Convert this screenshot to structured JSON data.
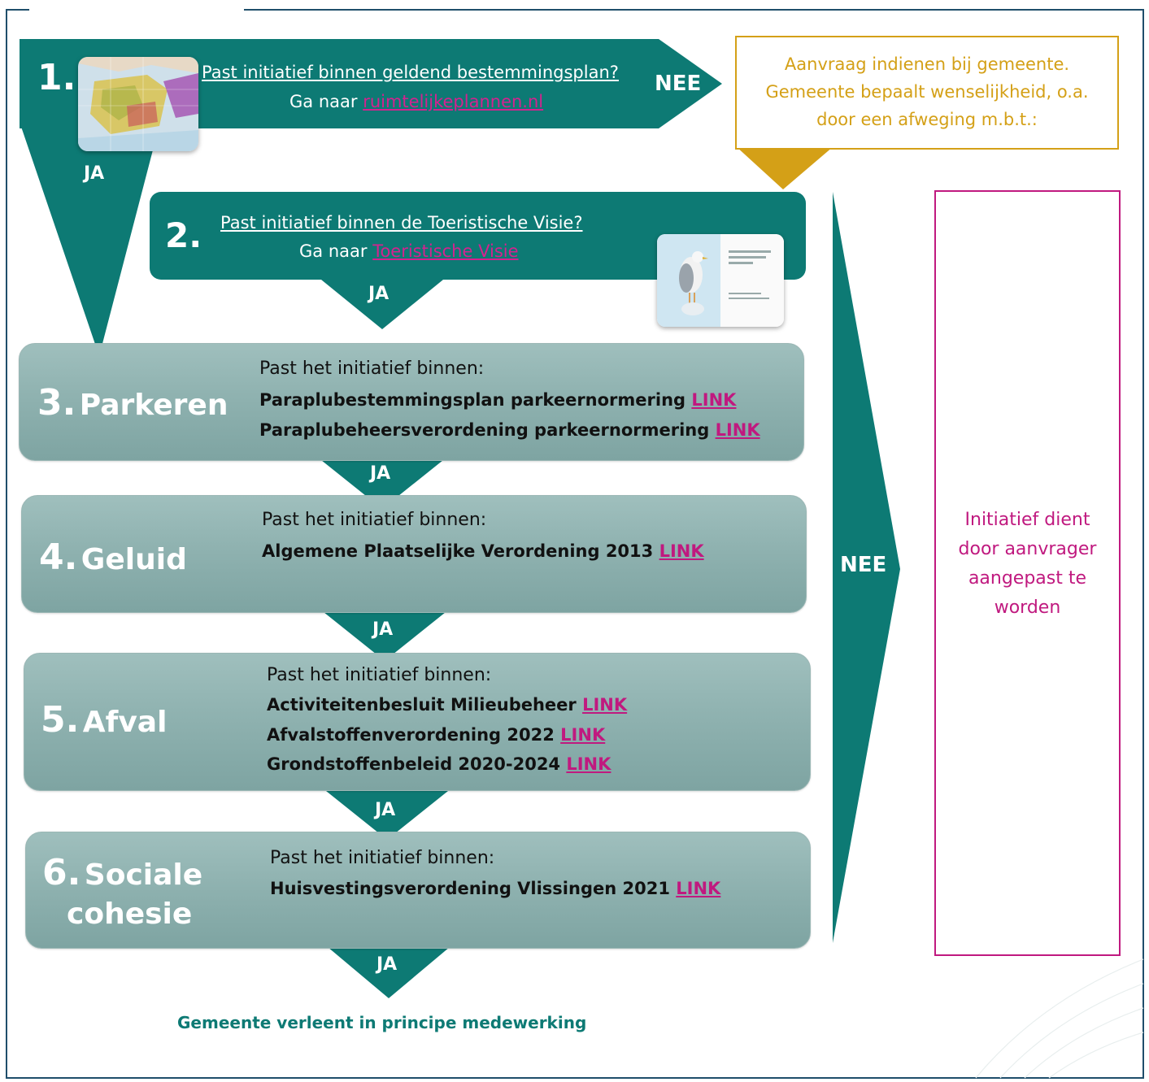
{
  "colors": {
    "teal": "#0d7a74",
    "step_box": "#8fb2b0",
    "gold": "#d4a017",
    "magenta": "#c0197f",
    "frame": "#1f4e6b"
  },
  "step1": {
    "number": "1.",
    "question": "Past initiatief binnen geldend bestemmingsplan?",
    "goto_prefix": "Ga naar ",
    "goto_link": "ruimtelijkeplannen.nl",
    "no_label": "NEE",
    "yes_label": "JA"
  },
  "gemeente_box": {
    "lines": [
      "Aanvraag indienen bij gemeente.",
      "Gemeente bepaalt wenselijkheid, o.a.",
      "door een afweging m.b.t.:"
    ]
  },
  "step2": {
    "number": "2.",
    "question": "Past initiatief binnen de Toeristische Visie?",
    "goto_prefix": "Ga naar ",
    "goto_link": "Toeristische Visie",
    "yes_label": "JA"
  },
  "steps": [
    {
      "number": "3.",
      "title": "Parkeren",
      "intro": "Past het initiatief binnen:",
      "rules": [
        {
          "text": "Paraplubestemmingsplan parkeernormering ",
          "link": "LINK"
        },
        {
          "text": "Paraplubeheersverordening parkeernormering ",
          "link": "LINK"
        }
      ],
      "yes_label": "JA"
    },
    {
      "number": "4.",
      "title": "Geluid",
      "intro": "Past het initiatief binnen:",
      "rules": [
        {
          "text": "Algemene Plaatselijke Verordening 2013 ",
          "link": "LINK"
        }
      ],
      "yes_label": "JA"
    },
    {
      "number": "5.",
      "title": "Afval",
      "intro": "Past het initiatief binnen:",
      "rules": [
        {
          "text": "Activiteitenbesluit Milieubeheer ",
          "link": "LINK"
        },
        {
          "text": "Afvalstoffenverordening 2022 ",
          "link": "LINK"
        },
        {
          "text": "Grondstoffenbeleid 2020-2024 ",
          "link": "LINK"
        }
      ],
      "yes_label": "JA"
    },
    {
      "number": "6.",
      "title_line1": "Sociale",
      "title_line2": "cohesie",
      "intro": "Past het initiatief binnen:",
      "rules": [
        {
          "text": "Huisvestingsverordening Vlissingen 2021 ",
          "link": "LINK"
        }
      ],
      "yes_label": "JA"
    }
  ],
  "nee_arrow": {
    "label": "NEE"
  },
  "outcome_box": {
    "lines": [
      "Initiatief dient",
      "door aanvrager",
      "aangepast te",
      "worden"
    ]
  },
  "final_text": "Gemeente verleent in principe medewerking"
}
